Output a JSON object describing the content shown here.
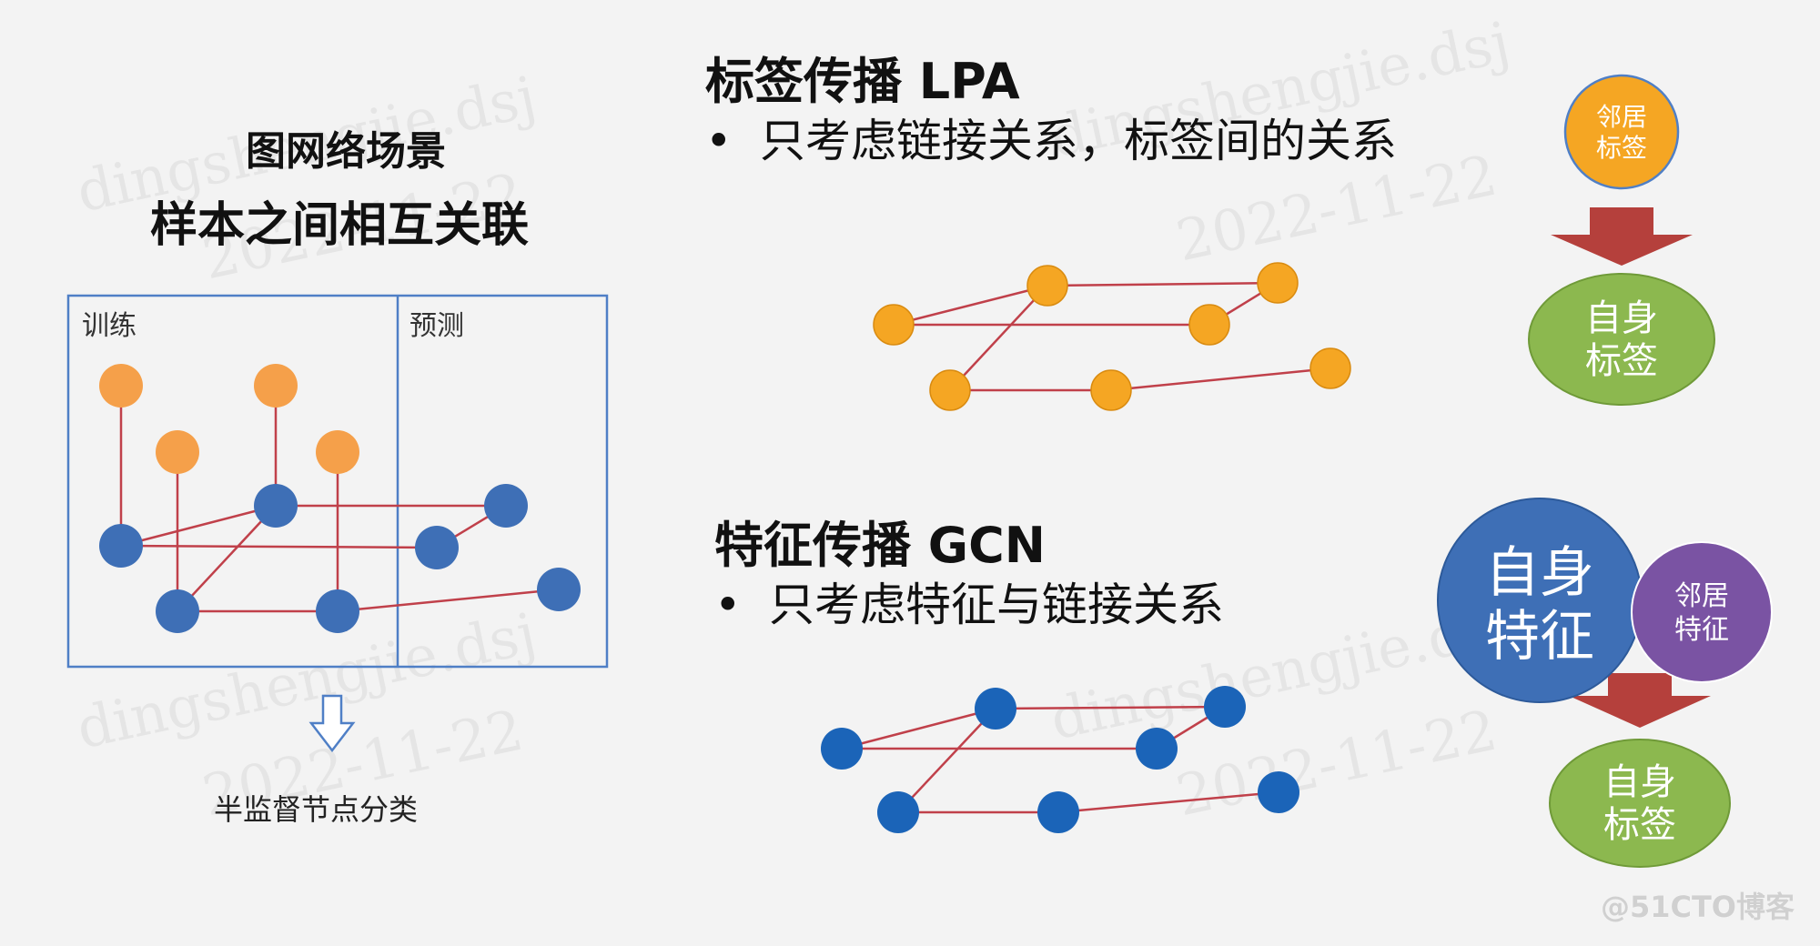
{
  "left": {
    "title_line1": "图网络场景",
    "title_line2": "样本之间相互关联",
    "train_label": "训练",
    "predict_label": "预测",
    "caption": "半监督节点分类"
  },
  "lpa": {
    "heading": "标签传播 LPA",
    "bullet": "只考虑链接关系，标签间的关系",
    "neighbor_line1": "邻居",
    "neighbor_line2": "标签",
    "self_line1": "自身",
    "self_line2": "标签"
  },
  "gcn": {
    "heading": "特征传播 GCN",
    "bullet": "只考虑特征与链接关系",
    "self_feat_line1": "自身",
    "self_feat_line2": "特征",
    "neighbor_line1": "邻居",
    "neighbor_line2": "特征",
    "self_label_line1": "自身",
    "self_label_line2": "标签"
  },
  "watermark": {
    "text1": "dingshengjie.dsj",
    "text2": "2022-11-22",
    "brand": "@51CTO博客"
  },
  "colors": {
    "orange": "#f5a623",
    "orange_light": "#f5a04a",
    "blue": "#3e6fb6",
    "blue_node": "#1b64b8",
    "edge": "#b5404a",
    "green": "#8cb84f",
    "purple": "#7a53a3",
    "arrow": "#b5403c",
    "box": "#4f7fc6"
  }
}
